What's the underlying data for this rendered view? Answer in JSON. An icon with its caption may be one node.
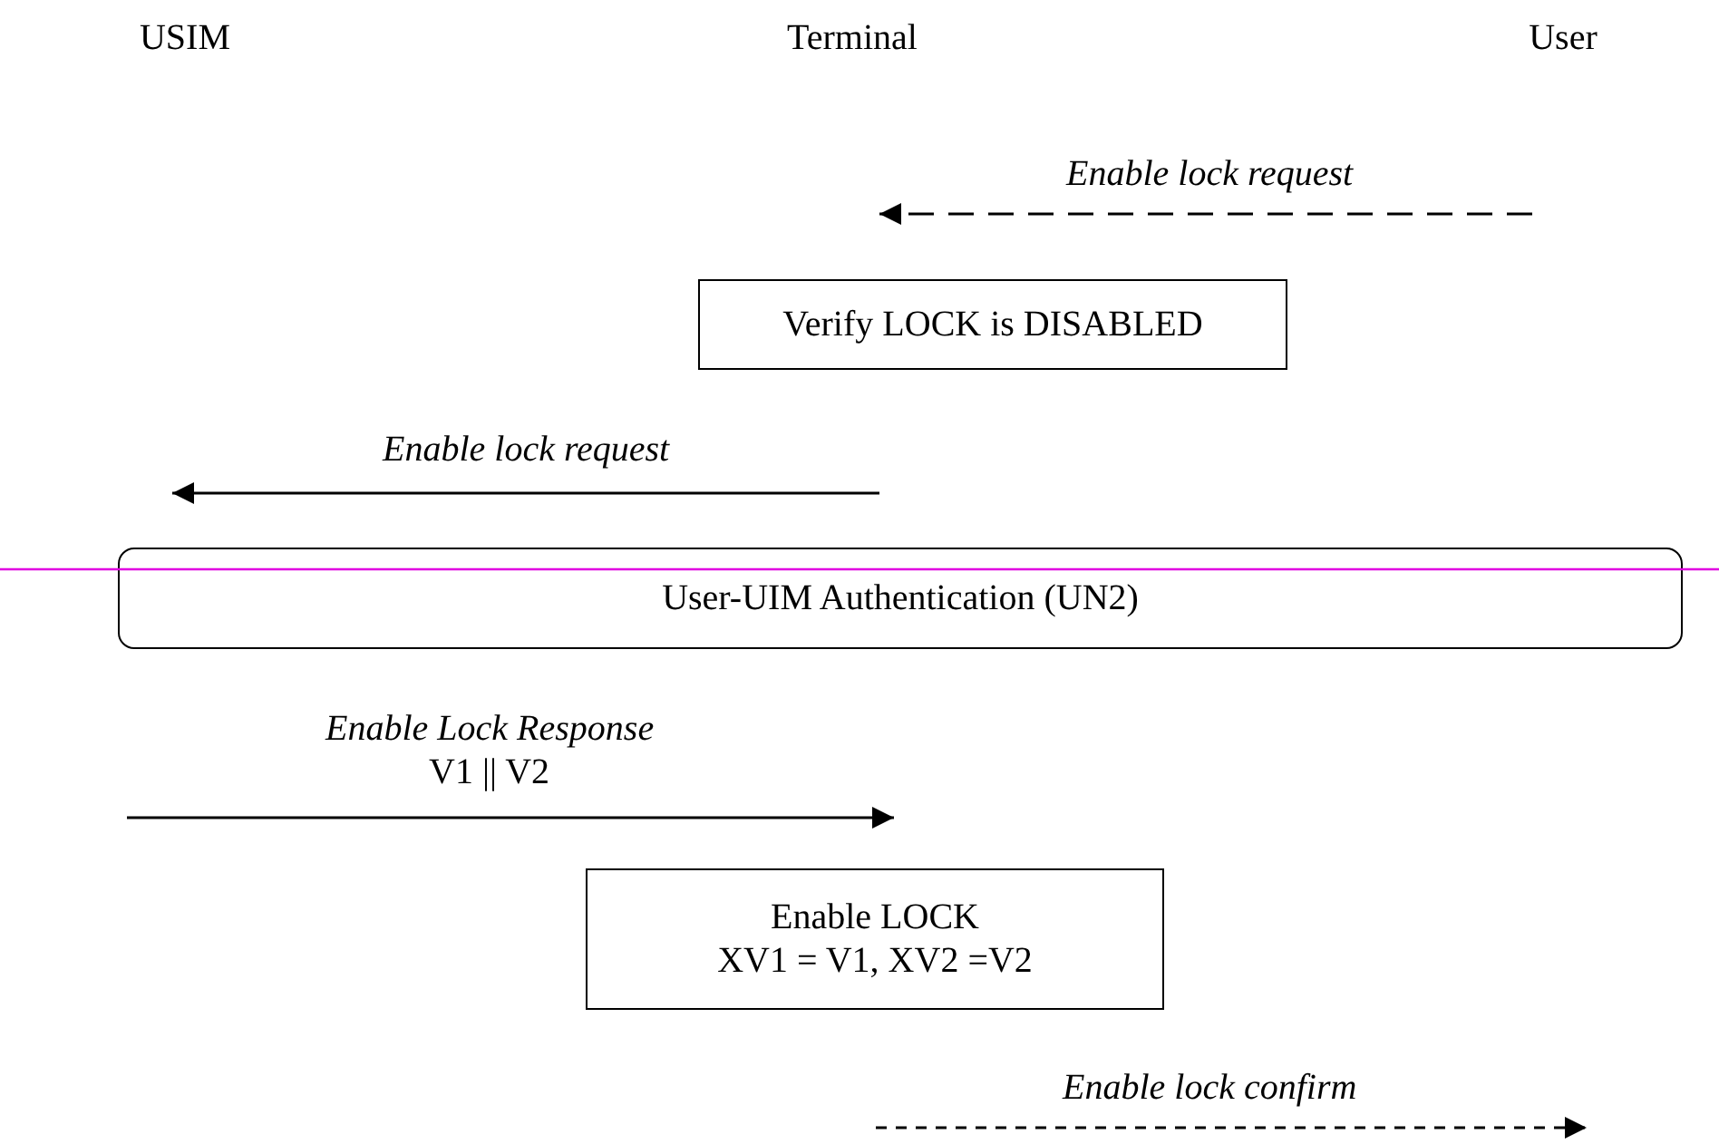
{
  "diagram": {
    "nodes": [
      {
        "text": [
          "USIM"
        ]
      },
      {
        "text": [
          "Terminal"
        ]
      },
      {
        "text": [
          "User"
        ]
      },
      {
        "text": [
          "Verify LOCK is DISABLED"
        ]
      },
      {
        "text": [
          "User-UIM Authentication (UN2)"
        ]
      },
      {
        "text": [
          "Enable LOCK",
          "XV1 = V1, XV2 =V2"
        ]
      }
    ],
    "labels": [
      "Enable lock request",
      "Enable lock request",
      "Enable Lock Response",
      "V1 || V2",
      "Enable lock confirm"
    ]
  }
}
